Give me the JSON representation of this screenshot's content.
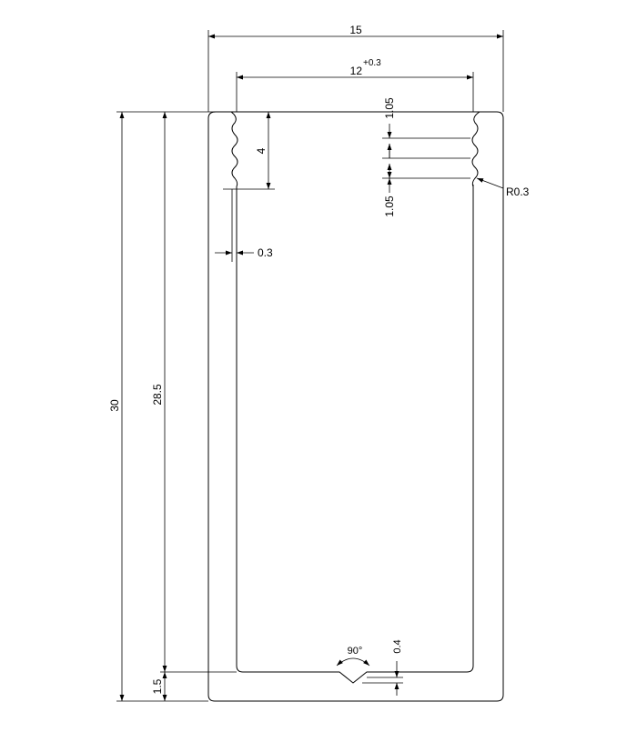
{
  "dimensions": {
    "overall_width": "15",
    "inner_width": "12",
    "inner_width_tolerance": "+0.3",
    "overall_height": "30",
    "inner_height": "28.5",
    "bottom_offset": "1.5",
    "serration_length": "4",
    "wall_thickness": "0.3",
    "pitch_upper": "1.05",
    "pitch_lower": "1.05",
    "radius": "R0.3",
    "notch_angle": "90°",
    "notch_depth": "0.4"
  }
}
